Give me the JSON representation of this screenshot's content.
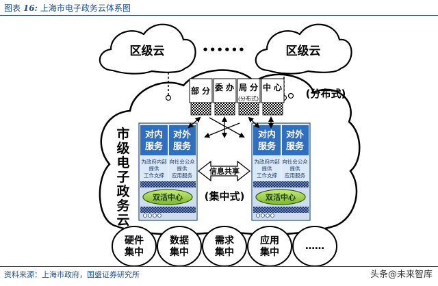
{
  "caption": {
    "label": "图表",
    "number": "16:",
    "title": "上海市电子政务云体系图"
  },
  "top_clouds": [
    {
      "label": "区级云"
    },
    {
      "label": "区级云"
    }
  ],
  "ellipsis": "••••••",
  "main_cloud": {
    "vertical_label": [
      "市",
      "级",
      "电",
      "子",
      "政",
      "务",
      "云"
    ]
  },
  "department": {
    "text": [
      "部",
      "分",
      "委",
      "办",
      "局",
      "分",
      "中",
      "心"
    ],
    "sub": "(分布式)"
  },
  "distributed_label": "(分布式)",
  "centralized_label": "(集中式)",
  "info_share": "信息共享",
  "data_centers": [
    {
      "inner_service": [
        "对内",
        "服务"
      ],
      "outer_service": [
        "对外",
        "服务"
      ],
      "inner_desc": [
        "为政府内部",
        "提供",
        "工作支撑"
      ],
      "outer_desc": [
        "向社会公众",
        "提供",
        "应用服务"
      ],
      "active_center": "双活中心"
    },
    {
      "inner_service": [
        "对内",
        "服务"
      ],
      "outer_service": [
        "对外",
        "服务"
      ],
      "inner_desc": [
        "为政府内部",
        "提供",
        "工作支撑"
      ],
      "outer_desc": [
        "向社会公众",
        "提供",
        "应用服务"
      ],
      "active_center": "双活中心"
    }
  ],
  "bottom_circles": [
    {
      "lines": [
        "硬件",
        "集中"
      ]
    },
    {
      "lines": [
        "数据",
        "集中"
      ]
    },
    {
      "lines": [
        "需求",
        "集中"
      ]
    },
    {
      "lines": [
        "应用",
        "集中"
      ]
    },
    {
      "lines": [
        "……"
      ]
    }
  ],
  "footer": "资料来源：上海市政府，国盛证券研究所",
  "watermark": "头条@未来智库",
  "colors": {
    "blue_dark": "#1f4e8c",
    "blue_light": "#dbe8f7",
    "green": "#4e8c1f",
    "green_light": "#9fd13b"
  }
}
